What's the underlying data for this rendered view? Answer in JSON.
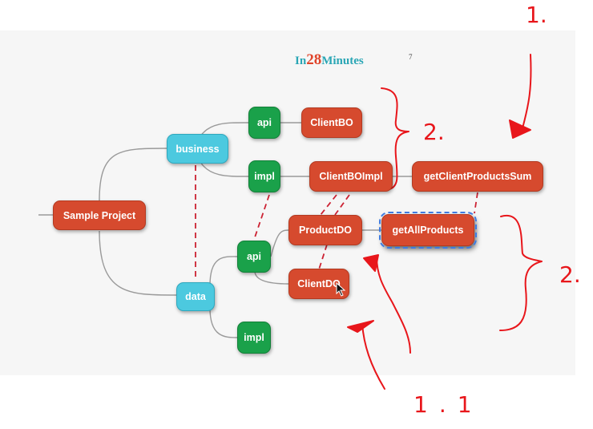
{
  "logo": {
    "part1": "In",
    "part2": "28",
    "part3": "Minutes"
  },
  "page_number": "7",
  "nodes": {
    "root": "Sample Project",
    "business": "business",
    "business_api": "api",
    "client_bo": "ClientBO",
    "business_impl": "impl",
    "client_bo_impl": "ClientBOImpl",
    "get_client_products_sum": "getClientProductsSum",
    "product_do": "ProductDO",
    "get_all_products": "getAllProducts",
    "data_api": "api",
    "client_do": "ClientDO",
    "data": "data",
    "data_impl": "impl"
  },
  "annotations": {
    "label_top": "1.",
    "label_right_brace": "2.",
    "label_upper_brace": "2.",
    "label_bottom": "1.1"
  },
  "colors": {
    "node_red": "#d64a2e",
    "node_cyan": "#4cc9df",
    "node_green": "#1aa14a",
    "link_dashed": "#cc2233",
    "ink": "#e8161b"
  }
}
